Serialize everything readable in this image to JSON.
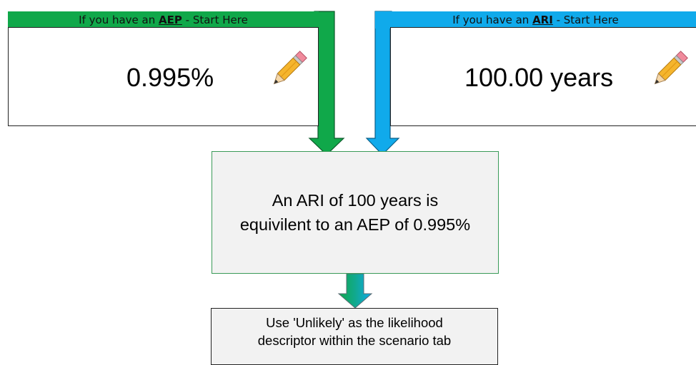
{
  "aep_panel": {
    "header_prefix": "If you have an ",
    "header_keyword": "AEP",
    "header_suffix": " - Start Here",
    "value": "0.995%",
    "edit_icon": "pencil-icon",
    "color": "#10a84a"
  },
  "ari_panel": {
    "header_prefix": "If you have an ",
    "header_keyword": "ARI",
    "header_suffix": " - Start Here",
    "value": "100.00 years",
    "edit_icon": "pencil-icon",
    "color": "#10aaeb"
  },
  "result": {
    "line1": "An ARI of 100 years is",
    "line2": "equivilent to an AEP of 0.995%"
  },
  "recommendation": {
    "line1": "Use 'Unlikely' as the likelihood",
    "line2": "descriptor within the scenario tab"
  },
  "colors": {
    "aep_green": "#10a84a",
    "ari_blue": "#10aaeb",
    "box_fill": "#f2f2f2",
    "result_border": "#3a9a58"
  }
}
